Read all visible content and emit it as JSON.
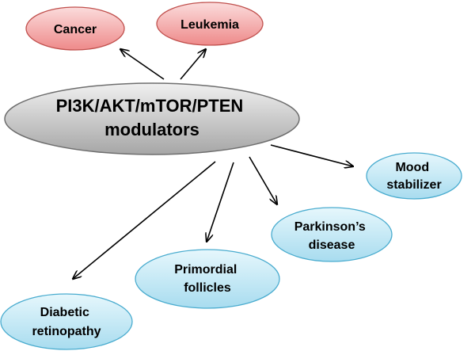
{
  "center": {
    "lines": [
      "PI3K/AKT/mTOR/PTEN",
      "modulators"
    ]
  },
  "targets": [
    {
      "id": "cancer",
      "lines": [
        "Cancer"
      ],
      "group": "red"
    },
    {
      "id": "leukemia",
      "lines": [
        "Leukemia"
      ],
      "group": "red"
    },
    {
      "id": "mood",
      "lines": [
        "Mood",
        "stabilizer"
      ],
      "group": "blue"
    },
    {
      "id": "parkinsons",
      "lines": [
        "Parkinson’s",
        "disease"
      ],
      "group": "blue"
    },
    {
      "id": "primordial",
      "lines": [
        "Primordial",
        "follicles"
      ],
      "group": "blue"
    },
    {
      "id": "diabetic",
      "lines": [
        "Diabetic",
        "retinopathy"
      ],
      "group": "blue"
    }
  ],
  "colors": {
    "center_fill_light": "#f0f0f0",
    "center_fill_dark": "#a6a6a6",
    "red_fill_light": "#fbdcdc",
    "red_fill_dark": "#ee8a8a",
    "red_stroke": "#c0504d",
    "blue_fill_light": "#e6f7fc",
    "blue_fill_dark": "#a8dcef",
    "blue_stroke": "#4aaccf",
    "arrow": "#000000"
  }
}
